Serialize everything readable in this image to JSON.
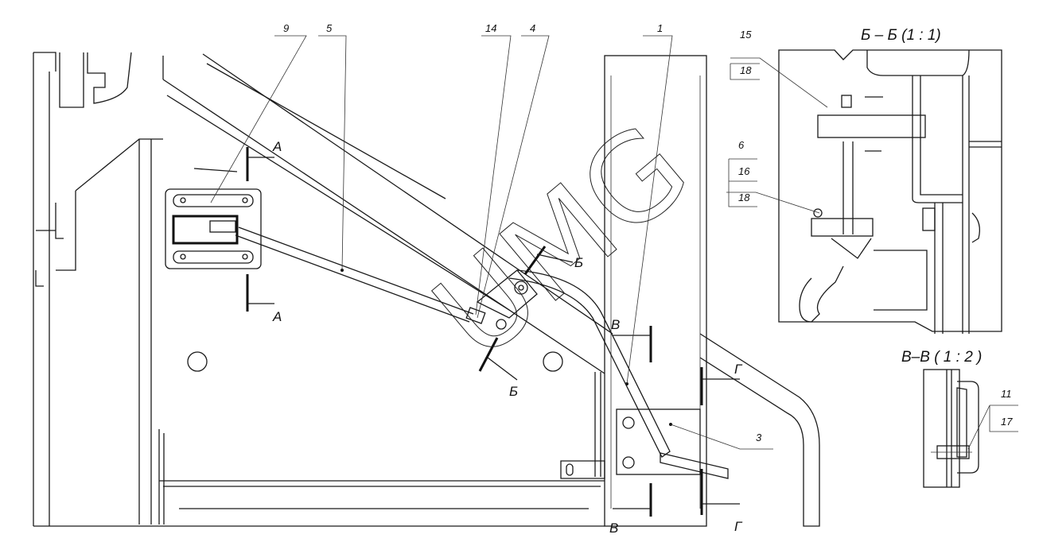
{
  "callouts": {
    "top": [
      "9",
      "5",
      "14",
      "4",
      "1"
    ],
    "part_3": "3",
    "section_bb": [
      "15",
      "18",
      "6",
      "16",
      "18"
    ],
    "section_vv": [
      "11",
      "17"
    ]
  },
  "section_marks": {
    "a": "А",
    "b": "Б",
    "v": "В",
    "g": "Г"
  },
  "section_titles": {
    "bb": "Б – Б (1 : 1)",
    "vv": "В–В ( 1 : 2 )"
  },
  "watermark": "UMG"
}
